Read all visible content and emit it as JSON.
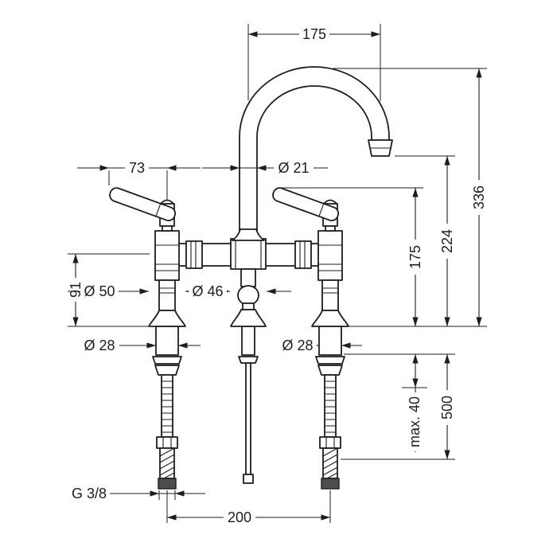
{
  "drawing": {
    "background_color": "#ffffff",
    "line_color": "#1d1d1b",
    "dimensions": {
      "spout_reach": "175",
      "handle_width": "73",
      "spout_pipe_diameter": "Ø 21",
      "total_height": "336",
      "outlet_height": "224",
      "handle_height": "175",
      "bridge_height": "91",
      "left_base_diameter": "Ø 50",
      "center_base_diameter": "Ø 46",
      "left_shank_diameter": "Ø 28",
      "right_shank_diameter": "Ø 28",
      "max_deck_thickness": "max. 40",
      "hose_length": "500",
      "connection_thread": "G 3/8",
      "tap_hole_distance": "200"
    }
  }
}
